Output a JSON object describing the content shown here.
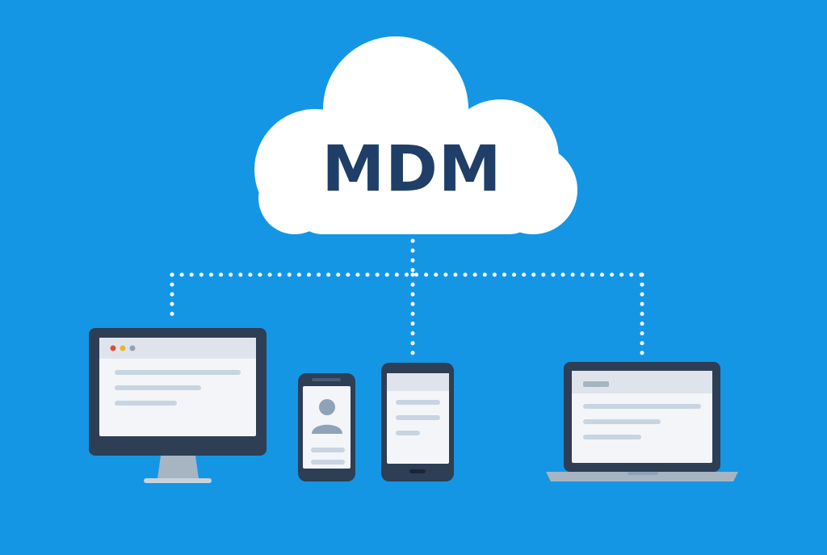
{
  "cloud": {
    "label": "MDM"
  },
  "colors": {
    "background": "#1496e4",
    "cloud": "#ffffff",
    "label": "#1f3f68",
    "connector": "#ffffff",
    "device_frame": "#2d3e55",
    "screen": "#f3f5f8",
    "screen_header": "#dfe4ec",
    "placeholder": "#c8d4e2",
    "stand": "#a7b4c2",
    "dot_red": "#e04a3a",
    "dot_yellow": "#f0b429",
    "dot_gray": "#8fa3b8"
  },
  "devices": [
    "desktop-monitor",
    "smartphone",
    "tablet",
    "laptop"
  ]
}
